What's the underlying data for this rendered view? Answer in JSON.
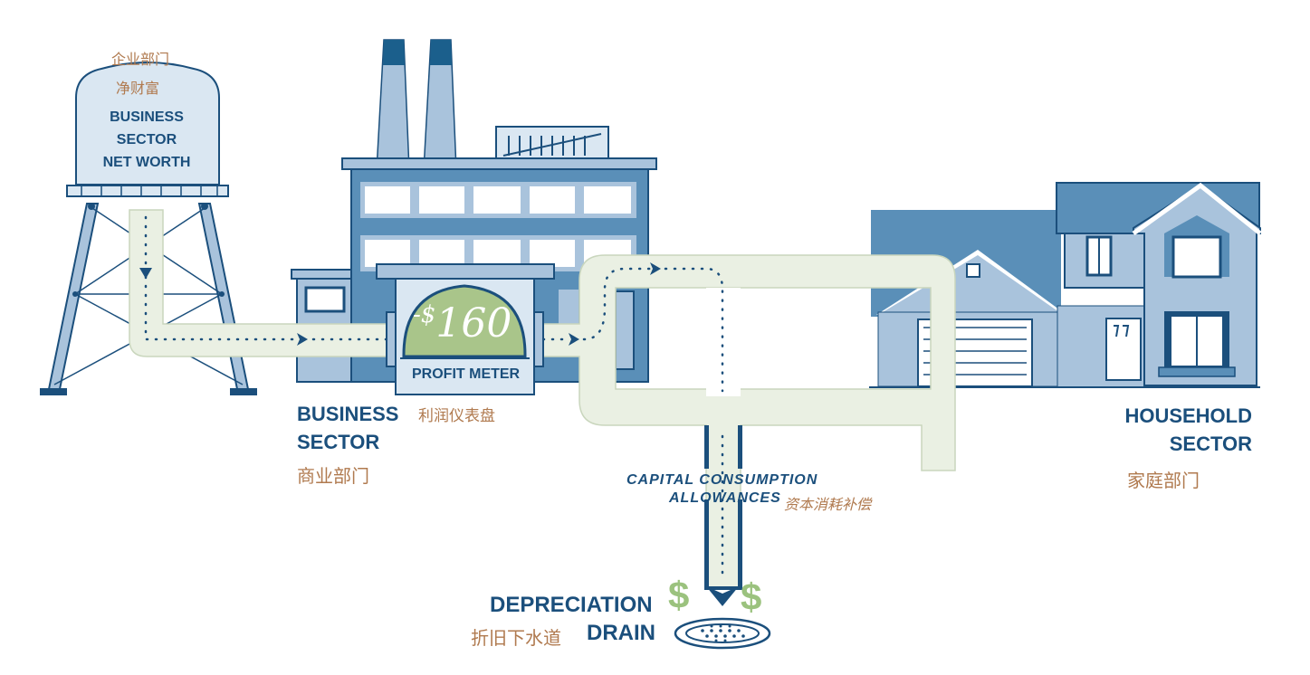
{
  "tower": {
    "chinese_line1": "企业部门",
    "chinese_line2": "净财富",
    "english_line1": "BUSINESS",
    "english_line2": "SECTOR",
    "english_line3": "NET WORTH"
  },
  "business_sector": {
    "english_line1": "BUSINESS",
    "english_line2": "SECTOR",
    "chinese": "商业部门"
  },
  "profit_meter": {
    "value": "-$160",
    "value_sign": "-$",
    "value_number": "160",
    "label": "PROFIT METER",
    "chinese": "利润仪表盘"
  },
  "household_sector": {
    "english_line1": "HOUSEHOLD",
    "english_line2": "SECTOR",
    "chinese": "家庭部门"
  },
  "capital_consumption": {
    "english_line1": "CAPITAL CONSUMPTION",
    "english_line2": "ALLOWANCES",
    "chinese": "资本消耗补偿"
  },
  "depreciation_drain": {
    "english_line1": "DEPRECIATION",
    "english_line2": "DRAIN",
    "chinese": "折旧下水道",
    "dollar_symbol": "$"
  },
  "colors": {
    "navy": "#1b4f7c",
    "steel_blue": "#5a8fb8",
    "light_blue": "#a9c3dc",
    "pale_blue": "#dae7f2",
    "pipe_fill": "#eaf0e3",
    "meter_green": "#a9c58a",
    "dollar_green": "#9bc27e",
    "chinese_text": "#b07a4f"
  }
}
